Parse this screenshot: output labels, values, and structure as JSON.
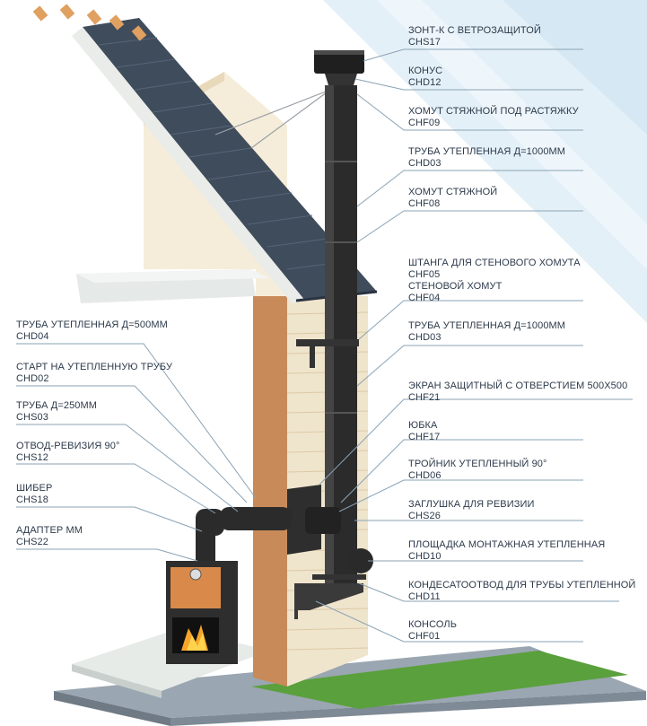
{
  "colors": {
    "background_stripe": "#dcecf6",
    "roof_tiles": "#3f4c5c",
    "brick_wall": "#f0e6d2",
    "brick_side": "#c98a5a",
    "pipe": "#2b2b2b",
    "stove": "#d98a4a",
    "grass": "#5aa03c",
    "label_text": "#2d3a4a",
    "leader_line": "#8aa3b5"
  },
  "labels_right": [
    {
      "name": "ЗОНТ-К С ВЕТРОЗАЩИТОЙ",
      "code": "CHS17"
    },
    {
      "name": "КОНУС",
      "code": "CHD12"
    },
    {
      "name": "ХОМУТ СТЯЖНОЙ ПОД РАСТЯЖКУ",
      "code": "CHF09"
    },
    {
      "name": "ТРУБА УТЕПЛЕННАЯ Д=1000ММ",
      "code": "CHD03"
    },
    {
      "name": "ХОМУТ СТЯЖНОЙ",
      "code": "CHF08"
    },
    {
      "name": "ШТАНГА ДЛЯ СТЕНОВОГО ХОМУТА",
      "code": "CHF05"
    },
    {
      "name": "СТЕНОВОЙ ХОМУТ",
      "code": "CHF04"
    },
    {
      "name": "ТРУБА УТЕПЛЕННАЯ Д=1000ММ",
      "code": "CHD03"
    },
    {
      "name": "ЭКРАН ЗАЩИТНЫЙ С ОТВЕРСТИЕМ 500Х500",
      "code": "CHF21"
    },
    {
      "name": "ЮБКА",
      "code": "CHF17"
    },
    {
      "name": "ТРОЙНИК УТЕПЛЕННЫЙ 90°",
      "code": "CHD06"
    },
    {
      "name": "ЗАГЛУШКА ДЛЯ РЕВИЗИИ",
      "code": "CHS26"
    },
    {
      "name": "ПЛОЩАДКА МОНТАЖНАЯ УТЕПЛЕННАЯ",
      "code": "CHD10"
    },
    {
      "name": "КОНДЕСАТООТВОД ДЛЯ ТРУБЫ УТЕПЛЕННОЙ",
      "code": "CHD11"
    },
    {
      "name": "КОНСОЛЬ",
      "code": "CHF01"
    }
  ],
  "labels_left": [
    {
      "name": "ТРУБА УТЕПЛЕННАЯ Д=500ММ",
      "code": "CHD04"
    },
    {
      "name": "СТАРТ НА УТЕПЛЕННУЮ ТРУБУ",
      "code": "CHD02"
    },
    {
      "name": "ТРУБА Д=250ММ",
      "code": "CHS03"
    },
    {
      "name": "ОТВОД-РЕВИЗИЯ 90°",
      "code": "CHS12"
    },
    {
      "name": "ШИБЕР",
      "code": "CHS18"
    },
    {
      "name": "АДАПТЕР ММ",
      "code": "CHS22"
    }
  ]
}
